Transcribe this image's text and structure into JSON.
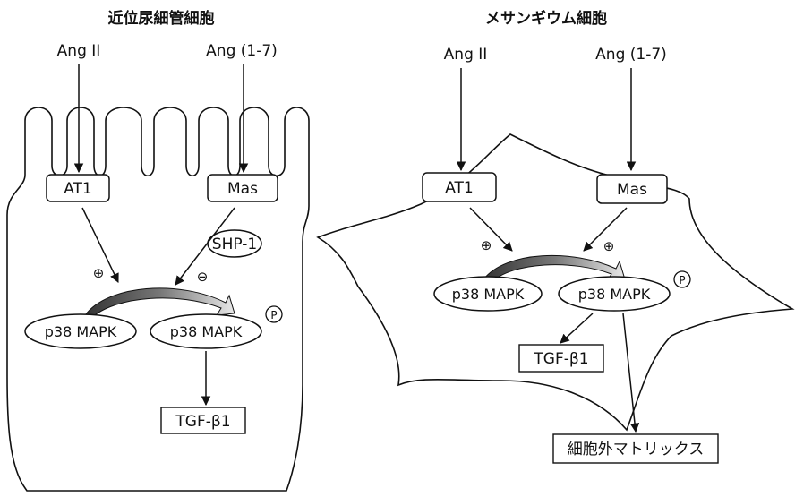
{
  "left_panel": {
    "title": "近位尿細管細胞",
    "ligand_1": "Ang II",
    "ligand_2": "Ang (1-7)",
    "receptor_1": "AT1",
    "receptor_2": "Mas",
    "inhibitor": "SHP-1",
    "plus_sign": "⊕",
    "minus_sign": "⊖",
    "mapk_inactive": "p38 MAPK",
    "mapk_active": "p38 MAPK",
    "phospho": "P",
    "output_1": "TGF-β1"
  },
  "right_panel": {
    "title": "メサンギウム細胞",
    "ligand_1": "Ang II",
    "ligand_2": "Ang (1-7)",
    "receptor_1": "AT1",
    "receptor_2": "Mas",
    "plus_sign_1": "⊕",
    "plus_sign_2": "⊕",
    "mapk_inactive": "p38 MAPK",
    "mapk_active": "p38 MAPK",
    "phospho": "P",
    "output_1": "TGF-β1",
    "output_2": "細胞外マトリックス"
  }
}
